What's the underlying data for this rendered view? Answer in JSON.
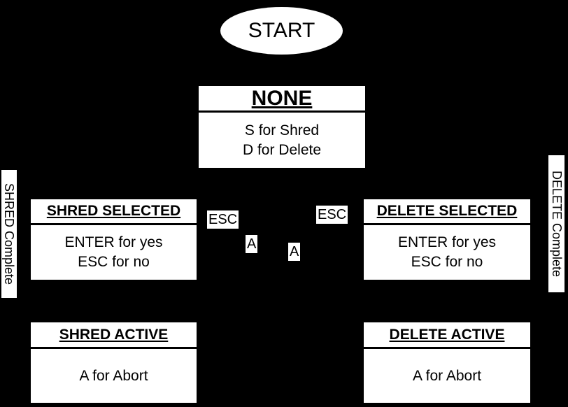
{
  "colors": {
    "background": "#000000",
    "node_fill": "#ffffff",
    "node_text": "#000000"
  },
  "diagram": {
    "type": "state-machine",
    "start_node": {
      "label": "START"
    },
    "states": [
      {
        "id": "none",
        "title": "NONE",
        "lines": [
          "S for Shred",
          "D for Delete"
        ]
      },
      {
        "id": "shred-selected",
        "title": "SHRED SELECTED",
        "lines": [
          "ENTER for yes",
          "ESC for no"
        ]
      },
      {
        "id": "delete-selected",
        "title": "DELETE SELECTED",
        "lines": [
          "ENTER for yes",
          "ESC for no"
        ]
      },
      {
        "id": "shred-active",
        "title": "SHRED ACTIVE",
        "lines": [
          "A for Abort"
        ]
      },
      {
        "id": "delete-active",
        "title": "DELETE ACTIVE",
        "lines": [
          "A for Abort"
        ]
      }
    ],
    "edge_labels": [
      {
        "id": "esc-left",
        "text": "ESC"
      },
      {
        "id": "esc-right",
        "text": "ESC"
      },
      {
        "id": "a-left",
        "text": "A"
      },
      {
        "id": "a-right",
        "text": "A"
      }
    ],
    "side_labels": [
      {
        "id": "shred-complete",
        "side": "left",
        "text": "SHRED Complete"
      },
      {
        "id": "delete-complete",
        "side": "right",
        "text": "DELETE Complete"
      }
    ]
  }
}
